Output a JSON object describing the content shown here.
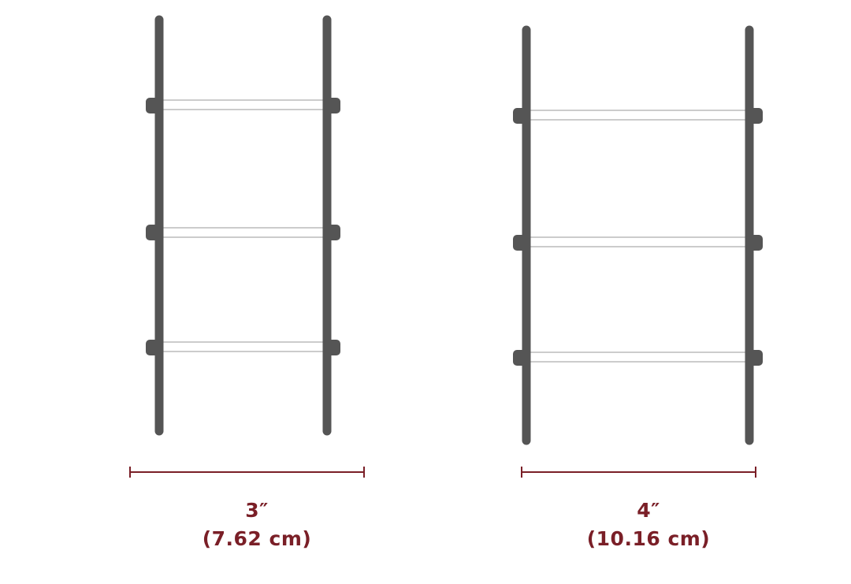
{
  "colors": {
    "pole": "#555555",
    "rung": "#bbbbbb",
    "dimension": "#7a1f27",
    "background": "#ffffff"
  },
  "ladders": [
    {
      "name": "ladder-3in",
      "width_label": "3″",
      "width_metric_label": "(7.62 cm)",
      "rungs": 3
    },
    {
      "name": "ladder-4in",
      "width_label": "4″",
      "width_metric_label": "(10.16 cm)",
      "rungs": 3
    }
  ]
}
